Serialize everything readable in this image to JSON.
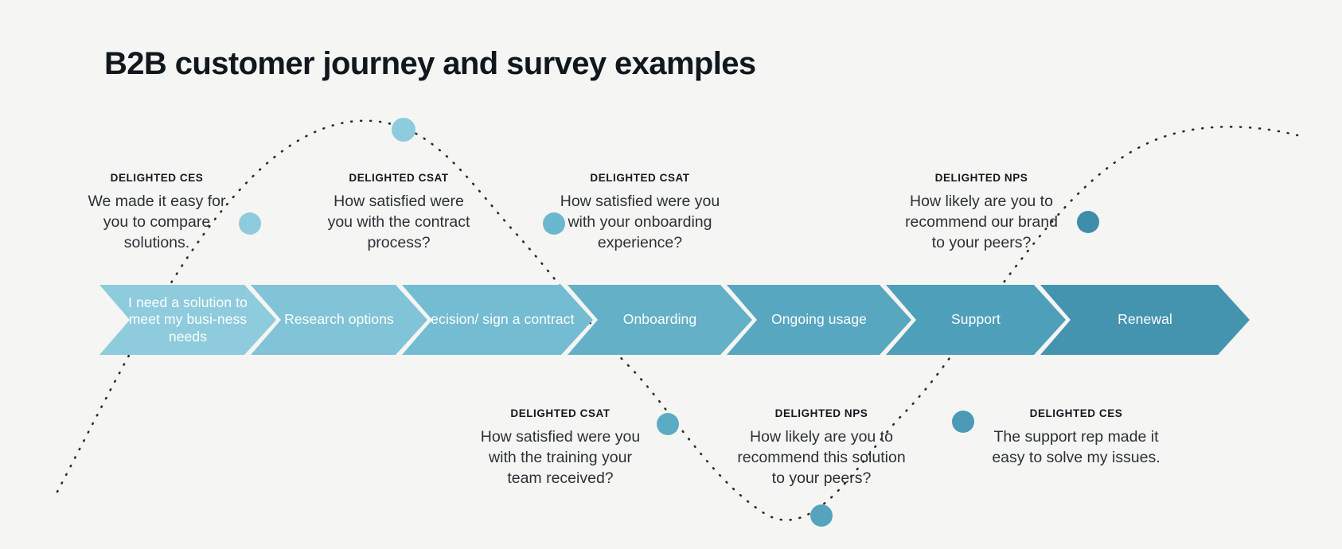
{
  "page": {
    "title": "B2B customer journey and survey examples",
    "background_color": "#f5f5f3",
    "text_color": "#14181c"
  },
  "journey": {
    "stages": [
      {
        "label": "I need a solution to meet my busi-ness needs",
        "color": "#8ecbdd"
      },
      {
        "label": "Research options",
        "color": "#81c3d7"
      },
      {
        "label": "Decision/ sign a contract",
        "color": "#74bcd2"
      },
      {
        "label": "Onboarding",
        "color": "#64b0c7"
      },
      {
        "label": "Ongoing usage",
        "color": "#58a7c0"
      },
      {
        "label": "Support",
        "color": "#4e9fba"
      },
      {
        "label": "Renewal",
        "color": "#4594af"
      }
    ]
  },
  "callouts": {
    "above": [
      {
        "kicker": "DELIGHTED CES",
        "question": "We made it easy for you to compare solutions.",
        "dot_color": "#8ecbdd"
      },
      {
        "kicker": "DELIGHTED CSAT",
        "question": "How satisfied were you with the contract process?",
        "dot_color": "#6bb7cf"
      },
      {
        "kicker": "DELIGHTED CSAT",
        "question": "How satisfied were you with your onboarding experience?",
        "dot_color": "#5aabc4"
      },
      {
        "kicker": "DELIGHTED NPS",
        "question": "How likely are you to recommend our brand to your peers?",
        "dot_color": "#3d8dab"
      }
    ],
    "below": [
      {
        "kicker": "DELIGHTED CSAT",
        "question": "How satisfied were you with the training your team received?",
        "dot_color": "#5aabc4"
      },
      {
        "kicker": "DELIGHTED NPS",
        "question": "How likely are you to recommend this solution to your peers?",
        "dot_color": "#4a9ab7"
      },
      {
        "kicker": "DELIGHTED CES",
        "question": "The support rep made it easy to solve my issues.",
        "dot_color": "#4a9ab7"
      }
    ]
  },
  "dots": {
    "peak_top": {
      "color": "#8ecbdd"
    },
    "trough_bottom": {
      "color": "#55a3bd"
    }
  }
}
